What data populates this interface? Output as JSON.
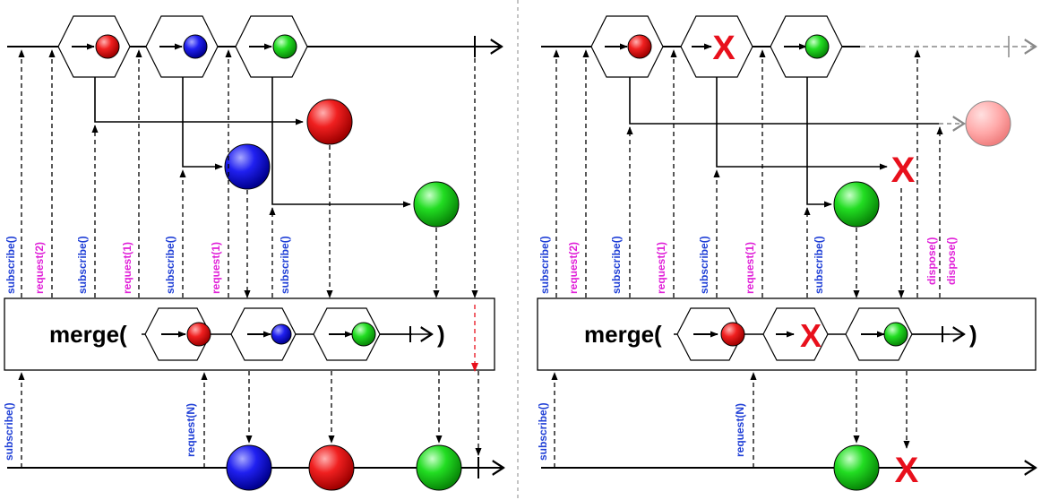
{
  "left": {
    "merge_label": "merge(",
    "close_paren": ")",
    "labels": {
      "subscribe_1": "subscribe()",
      "request_2": "request(2)",
      "subscribe_2": "subscribe()",
      "request_1a": "request(1)",
      "subscribe_3": "subscribe()",
      "request_1b": "request(1)",
      "subscribe_4": "subscribe()",
      "subscribe_bottom": "subscribe()",
      "request_n": "request(N)"
    }
  },
  "right": {
    "merge_label": "merge(",
    "close_paren": ")",
    "x_mark": "X",
    "labels": {
      "subscribe_1": "subscribe()",
      "request_2": "request(2)",
      "subscribe_2": "subscribe()",
      "request_1a": "request(1)",
      "subscribe_3": "subscribe()",
      "request_1b": "request(1)",
      "subscribe_4": "subscribe()",
      "dispose_1": "dispose()",
      "dispose_2": "dispose()",
      "subscribe_bottom": "subscribe()",
      "request_n": "request(N)"
    }
  },
  "colors": {
    "red": "#e8101c",
    "blue": "#1a1ae0",
    "green": "#18c818",
    "subscribe_text": "#1f3fd6",
    "request_text": "#e020d8",
    "divider": "#b0b0b0"
  }
}
